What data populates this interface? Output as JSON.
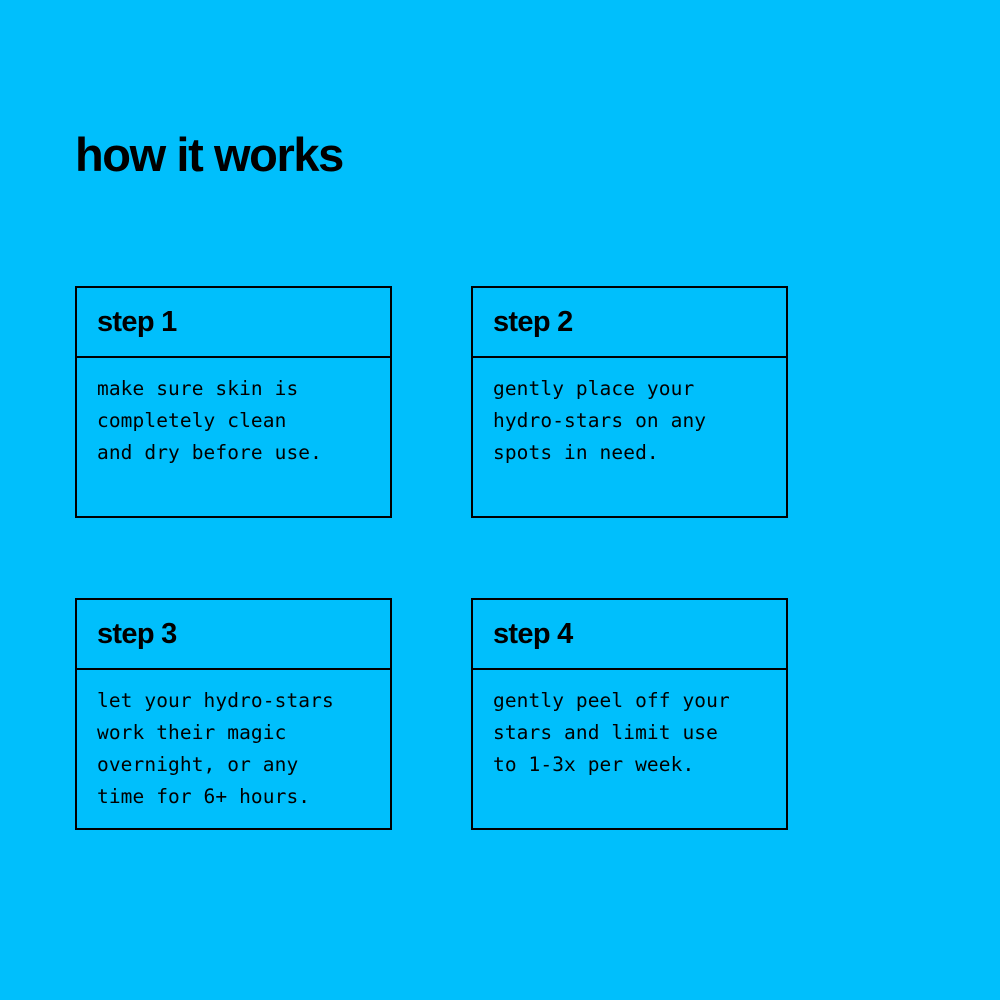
{
  "page": {
    "title": "how it works",
    "background_color": "#00bffc",
    "ink_color": "#000000"
  },
  "cards": [
    {
      "step_label": "step 1",
      "body": "make sure skin is\ncompletely clean\nand dry before use."
    },
    {
      "step_label": "step 2",
      "body": "gently place your\nhydro-stars on any\nspots in need."
    },
    {
      "step_label": "step 3",
      "body": "let your hydro-stars\nwork their magic\novernight, or any\ntime for 6+ hours."
    },
    {
      "step_label": "step 4",
      "body": "gently peel off your\nstars and limit use\nto 1-3x per week."
    }
  ]
}
